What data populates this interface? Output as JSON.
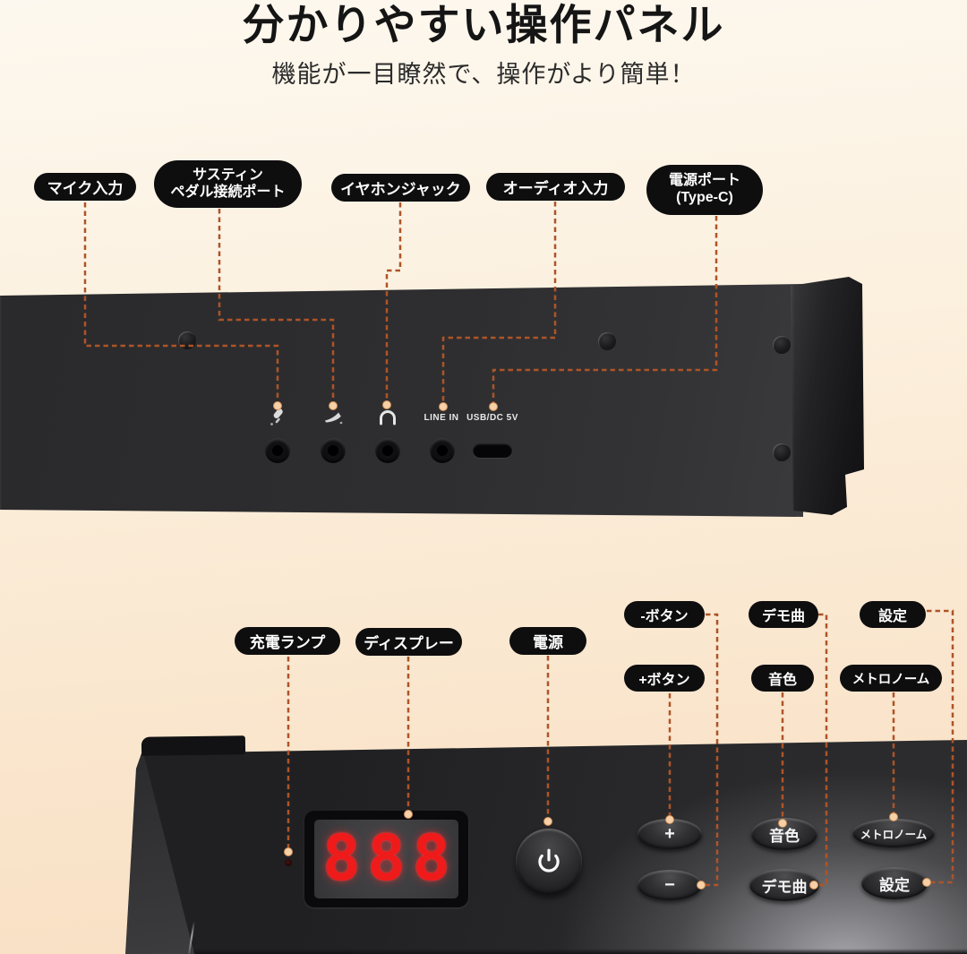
{
  "header": {
    "title": "分かりやすい操作パネル",
    "subtitle": "機能が一目瞭然で、操作がより簡単！"
  },
  "top_section": {
    "callouts": {
      "mic_input": "マイク入力",
      "sustain_line1": "サスティン",
      "sustain_line2": "ペダル接続ポート",
      "earphone_jack": "イヤホンジャック",
      "audio_input": "オーディオ入力",
      "power_port_line1": "電源ポート",
      "power_port_line2": "(Type-C)"
    },
    "panel_markings": {
      "line_in": "LINE IN",
      "usb_dc": "USB/DC 5V"
    }
  },
  "bottom_section": {
    "callouts": {
      "charge_lamp": "充電ランプ",
      "display": "ディスプレー",
      "power": "電源",
      "minus_button": "-ボタン",
      "plus_button": "+ボタン",
      "demo_song": "デモ曲",
      "voice": "音色",
      "settings": "設定",
      "metronome": "メトロノーム"
    },
    "display_value": "888",
    "buttons": {
      "plus": "+",
      "minus": "−",
      "voice": "音色",
      "demo": "デモ曲",
      "metronome": "メトロノーム",
      "settings": "設定"
    }
  },
  "colors": {
    "background_top": "#fdf8ef",
    "background_bottom": "#f8dfc2",
    "callout_bg": "#0e0e0f",
    "connector_line": "#ad5428",
    "connector_dot": "#f6d0a6",
    "led_red": "#ef1a1a",
    "panel_black": "#2d2d2f"
  }
}
